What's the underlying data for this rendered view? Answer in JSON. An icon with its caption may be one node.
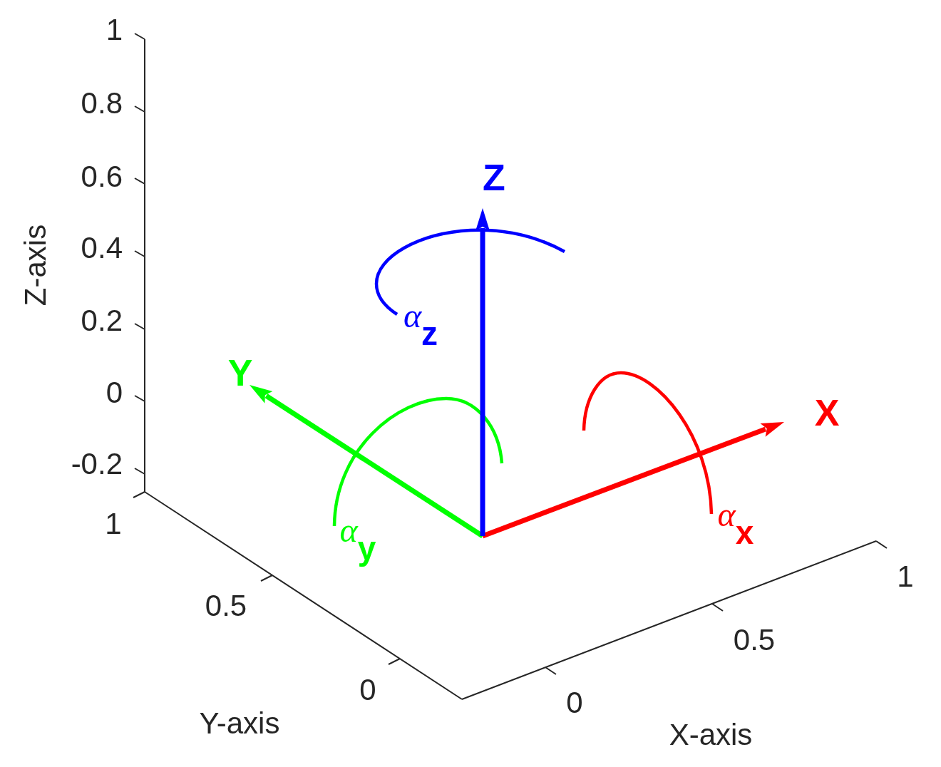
{
  "diagram": {
    "labels": [
      "1",
      "0.8",
      "0.6",
      "0.4",
      "0.2",
      "0",
      "-0.2",
      "Z-axis",
      "Z",
      "α$_{z}$",
      "Y",
      "X",
      "α$_{y}$",
      "α$_{x}$",
      "1",
      "0.5",
      "0",
      "1",
      "0.5",
      "0",
      "Y-axis",
      "X-axis"
    ]
  }
}
